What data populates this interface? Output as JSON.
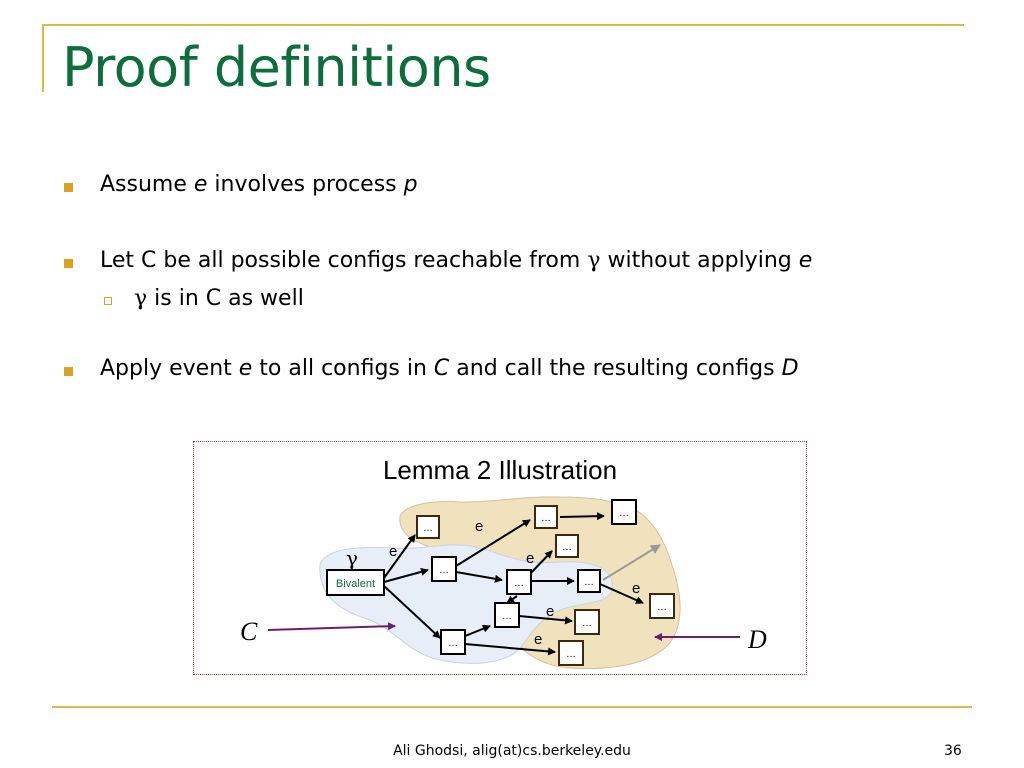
{
  "slide": {
    "title": "Proof definitions",
    "bullets": [
      {
        "pre": "Assume ",
        "em1": "e",
        "mid": " involves process ",
        "em2": "p"
      },
      {
        "pre": "Let C be all possible configs reachable from ",
        "gamma": "γ",
        "post": " without applying ",
        "em": "e",
        "sub": {
          "gamma": "γ",
          "text": " is in C as well"
        }
      },
      {
        "pre": "Apply event ",
        "em1": "e",
        "mid": " to all configs in ",
        "em2": "C",
        "mid2": " and call the resulting configs ",
        "em3": "D"
      }
    ]
  },
  "figure": {
    "title": "Lemma 2 Illustration",
    "start_node": "Bivalent",
    "gamma": "γ",
    "node_label": "…",
    "edge_label": "e",
    "left_set": "C",
    "right_set": "D"
  },
  "footer": {
    "author": "Ali Ghodsi, alig(at)cs.berkeley.edu",
    "page": "36"
  },
  "colors": {
    "title": "#0d6e3b",
    "accent": "#e0b84a",
    "c_region": "#e8eef8",
    "d_region": "#efe2bd",
    "arrow_purple": "#6a1f6a"
  }
}
